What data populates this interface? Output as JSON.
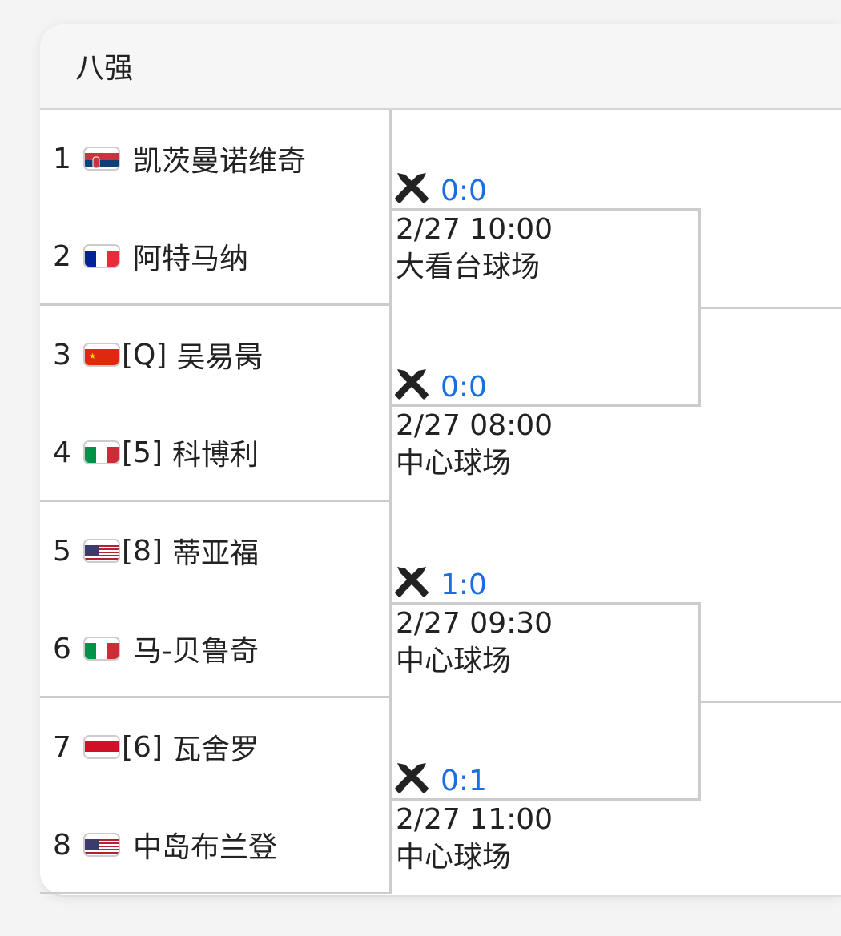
{
  "header": {
    "title": "八强"
  },
  "players": [
    {
      "num": "1",
      "flag": "serbia",
      "seed": "",
      "name": "凯茨曼诺维奇"
    },
    {
      "num": "2",
      "flag": "france",
      "seed": "",
      "name": "阿特马纳"
    },
    {
      "num": "3",
      "flag": "china",
      "seed": "[Q]",
      "name": "吴易昺"
    },
    {
      "num": "4",
      "flag": "italy",
      "seed": "[5]",
      "name": "科博利"
    },
    {
      "num": "5",
      "flag": "usa",
      "seed": "[8]",
      "name": "蒂亚福"
    },
    {
      "num": "6",
      "flag": "italy",
      "seed": "",
      "name": "马-贝鲁奇"
    },
    {
      "num": "7",
      "flag": "indonesia",
      "seed": "[6]",
      "name": "瓦舍罗"
    },
    {
      "num": "8",
      "flag": "usa",
      "seed": "",
      "name": "中岛布兰登"
    }
  ],
  "matches": [
    {
      "icon": "crossed-swords-icon",
      "score": "0:0",
      "time": "2/27 10:00",
      "venue": "大看台球场"
    },
    {
      "icon": "crossed-swords-icon",
      "score": "0:0",
      "time": "2/27 08:00",
      "venue": "中心球场"
    },
    {
      "icon": "crossed-swords-icon",
      "score": "1:0",
      "time": "2/27 09:30",
      "venue": "中心球场"
    },
    {
      "icon": "crossed-swords-icon",
      "score": "0:1",
      "time": "2/27 11:00",
      "venue": "中心球场"
    }
  ],
  "colors": {
    "score": "#1a6ee0",
    "line": "#cccccc",
    "header_bg": "#f6f6f6"
  }
}
